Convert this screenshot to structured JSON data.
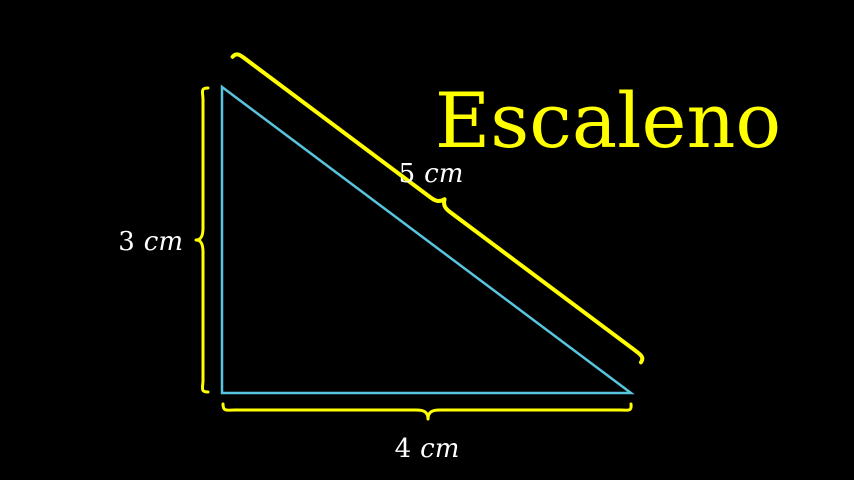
{
  "title": "Escaleno",
  "colors": {
    "background": "#000000",
    "triangle": "#58C4DD",
    "braces": "#FFFF00",
    "title": "#FFFF00",
    "labels": "#FFFFFF"
  },
  "sides": {
    "vertical": {
      "value": "3",
      "unit": "cm"
    },
    "horizontal": {
      "value": "4",
      "unit": "cm"
    },
    "hypotenuse": {
      "value": "5",
      "unit": "cm"
    }
  }
}
